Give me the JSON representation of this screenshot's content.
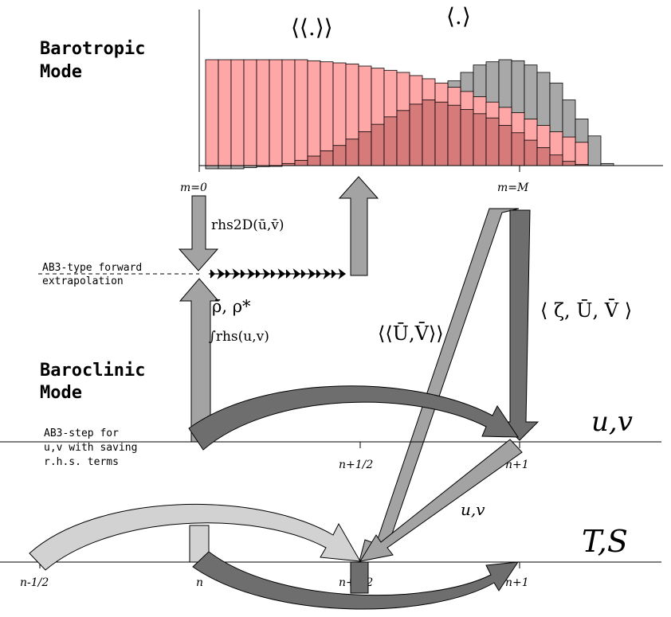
{
  "barotropic": {
    "title_line1": "Barotropic",
    "title_line2": "Mode",
    "label_double_avg": "⟨⟨.⟩⟩",
    "label_single_avg": "⟨.⟩",
    "axis_label_start": "m=0",
    "axis_label_end": "m=M",
    "pink_weights": [
      1.0,
      1.0,
      1.0,
      1.0,
      1.0,
      1.0,
      1.0,
      1.0,
      0.99,
      0.98,
      0.97,
      0.96,
      0.94,
      0.92,
      0.9,
      0.88,
      0.85,
      0.82,
      0.78,
      0.74,
      0.7,
      0.65,
      0.6,
      0.55,
      0.5,
      0.44,
      0.38,
      0.32,
      0.27,
      0.22
    ],
    "dark_weights": [
      -0.03,
      -0.03,
      -0.03,
      -0.02,
      -0.01,
      0.0,
      0.02,
      0.05,
      0.09,
      0.14,
      0.19,
      0.25,
      0.32,
      0.39,
      0.46,
      0.52,
      0.58,
      0.62,
      0.6,
      0.57,
      0.53,
      0.49,
      0.45,
      0.38,
      0.31,
      0.24,
      0.17,
      0.1,
      0.04,
      0.01
    ],
    "gray_weights": [
      -0.03,
      -0.03,
      -0.03,
      -0.02,
      -0.01,
      0.0,
      0.02,
      0.05,
      0.09,
      0.14,
      0.19,
      0.25,
      0.32,
      0.39,
      0.46,
      0.52,
      0.58,
      0.62,
      0.7,
      0.8,
      0.88,
      0.95,
      0.98,
      1.0,
      0.99,
      0.95,
      0.88,
      0.78,
      0.62,
      0.44,
      0.28,
      0.02
    ]
  },
  "annotations": {
    "rhs2d": "rhs2D(ū,v̄)",
    "ab3_line1": "AB3-type forward",
    "ab3_line2": "extrapolation",
    "rho_line": "ρ̄, ρ*",
    "int_rhs": "∫rhs(u,v)",
    "double_avg_UV": "⟨⟨Ū,V̄⟩⟩",
    "single_avg_zeta": "⟨ ζ, Ū, V̄ ⟩"
  },
  "baroclinic": {
    "title_line1": "Baroclinic",
    "title_line2": "Mode",
    "step_line1": "AB3-step for",
    "step_line2": "u,v with saving",
    "step_line3": "r.h.s. terms",
    "uv_label": "u,v",
    "uv_small_label": "u,v",
    "ts_label": "T,S",
    "tick_n_half": "n+1/2",
    "tick_n1": "n+1",
    "tick_n_minus_half": "n-1/2",
    "tick_n": "n",
    "tick_ts_n_half": "n+1/2",
    "tick_ts_n1": "n+1"
  },
  "colors": {
    "pink": "#ffa6a6",
    "dark_red": "#d67a7a",
    "gray_bar": "#a8a8a8",
    "arrow_mid": "#a3a3a3",
    "arrow_dark": "#6e6e6e",
    "arrow_light": "#d2d2d2"
  }
}
